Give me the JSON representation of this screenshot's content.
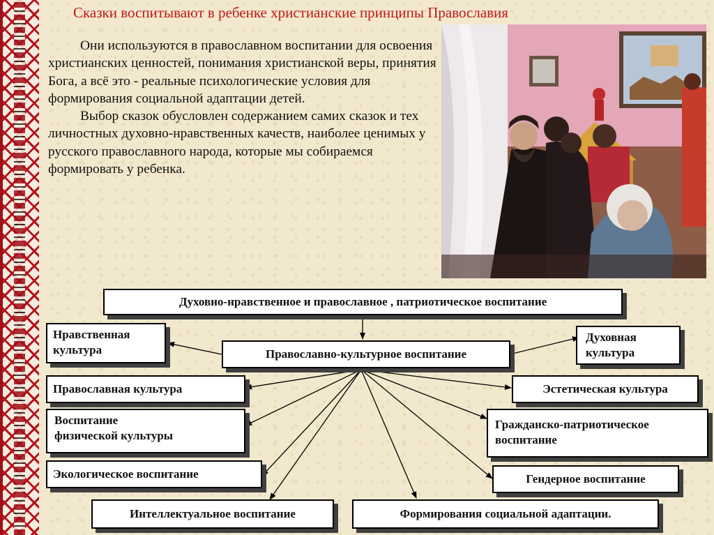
{
  "title": "Сказки воспитывают в ребенке  христианские принципы Православия",
  "paragraphs": [
    "Они  используются  в православном воспитании для освоения христианских ценностей, понимания христианской веры, принятия Бога, а всё это -  реальные психологические условия для формирования социальной адаптации детей.",
    "Выбор сказок обусловлен содержанием самих сказок и тех личностных духовно-нравственных качеств, наиболее ценимых у русского православного народа, которые мы собираемся формировать у ребенка."
  ],
  "diagram": {
    "top": "Духовно-нравственное и православное , патриотическое воспитание",
    "center": "Православно-культурное воспитание",
    "nodes": {
      "moral_culture": "Нравственная культура",
      "spiritual_culture": "Духовная культура",
      "orthodox_culture": "Православная культура",
      "aesthetic_culture": "Эстетическая культура",
      "physical_l1": "Воспитание",
      "physical_l2": "физической культуры",
      "civic_l1": "Гражданско-патриотическое",
      "civic_l2": "воспитание",
      "ecological": "Экологическое воспитание",
      "gender": "Гендерное воспитание",
      "intellectual": "Интеллектуальное воспитание",
      "social": "Формирования социальной адаптации."
    }
  }
}
